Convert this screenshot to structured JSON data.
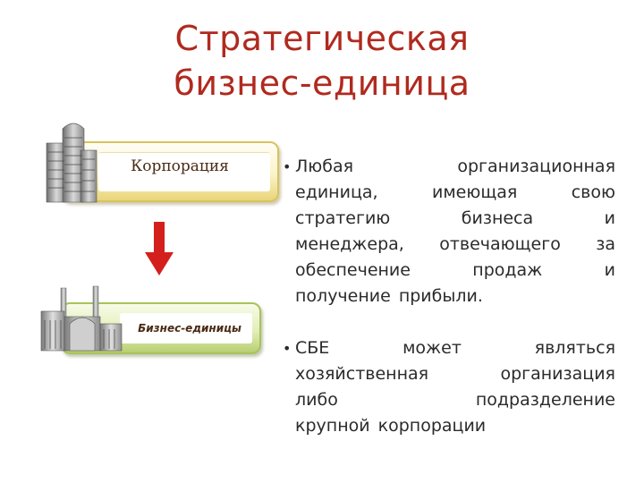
{
  "title": {
    "line1": "Стратегическая",
    "line2": "бизнес-единица"
  },
  "illustration": {
    "corporation_label": "Корпорация",
    "business_units_label": "Бизнес-единицы",
    "arrow_color": "#d4201c"
  },
  "bullets": [
    {
      "lines": [
        [
          "Любая",
          "организационная"
        ],
        [
          "единица,",
          "имеющая",
          "свою"
        ],
        [
          "стратегию",
          "бизнеса",
          "и"
        ],
        [
          "менеджера,",
          "отвечающего",
          "за"
        ],
        [
          "обеспечение",
          "продаж",
          "и"
        ],
        [
          "получение",
          "прибыли."
        ]
      ]
    },
    {
      "lines": [
        [
          "СБЕ",
          "может",
          "являться"
        ],
        [
          "хозяйственная",
          "организация"
        ],
        [
          "либо",
          "подразделение"
        ],
        [
          "крупной",
          "корпорации"
        ]
      ]
    }
  ],
  "colors": {
    "title": "#b02a1e",
    "text": "#2b2b2b"
  }
}
